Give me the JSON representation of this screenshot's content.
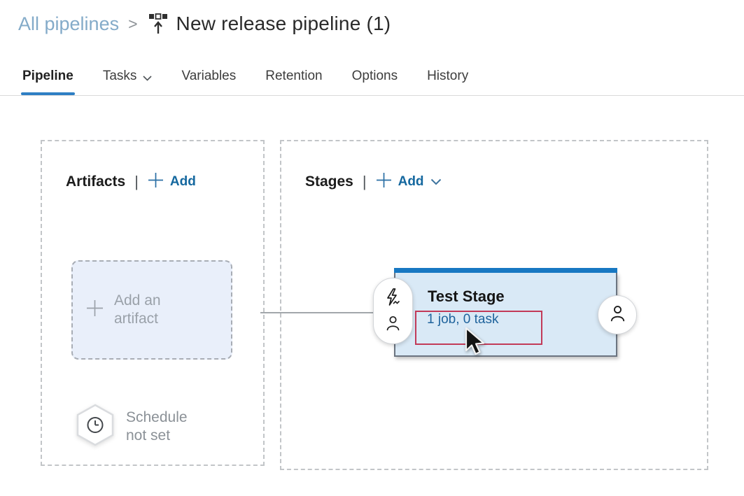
{
  "breadcrumb": {
    "parent": "All pipelines",
    "separator": ">",
    "title": "New release pipeline (1)"
  },
  "tabs": [
    {
      "label": "Pipeline",
      "active": true
    },
    {
      "label": "Tasks",
      "has_dropdown": true
    },
    {
      "label": "Variables"
    },
    {
      "label": "Retention"
    },
    {
      "label": "Options"
    },
    {
      "label": "History"
    }
  ],
  "artifacts": {
    "heading": "Artifacts",
    "separator": "|",
    "add_button": "Add",
    "add_artifact_placeholder": "Add an\nartifact",
    "schedule_status": "Schedule\nnot set"
  },
  "stages": {
    "heading": "Stages",
    "separator": "|",
    "add_button": "Add",
    "stage_card": {
      "name": "Test Stage",
      "jobs_summary": "1 job, 0 task"
    }
  },
  "icons": {
    "breadcrumb": "release-pipeline-icon",
    "tasks_tab": "chevron-down-icon",
    "add_stage": "chevron-down-icon",
    "plus": "plus-icon",
    "pre_deploy_conditions": "lightning-bolt-icon",
    "pre_deploy_approvals": "person-icon",
    "post_deploy_conditions": "person-icon",
    "schedule": "clock-in-hexagon-icon",
    "pointer": "mouse-cursor"
  },
  "colors": {
    "accent_blue": "#2e7fc4",
    "stage_header_blue": "#1878c2",
    "stage_fill_blue": "#d9e9f6",
    "link_blue": "#15689f",
    "jobs_link_blue": "#1f639c",
    "breadcrumb_blue": "#84abc9",
    "highlight_red": "#c23a58",
    "muted_gray": "#9aa1a9"
  }
}
